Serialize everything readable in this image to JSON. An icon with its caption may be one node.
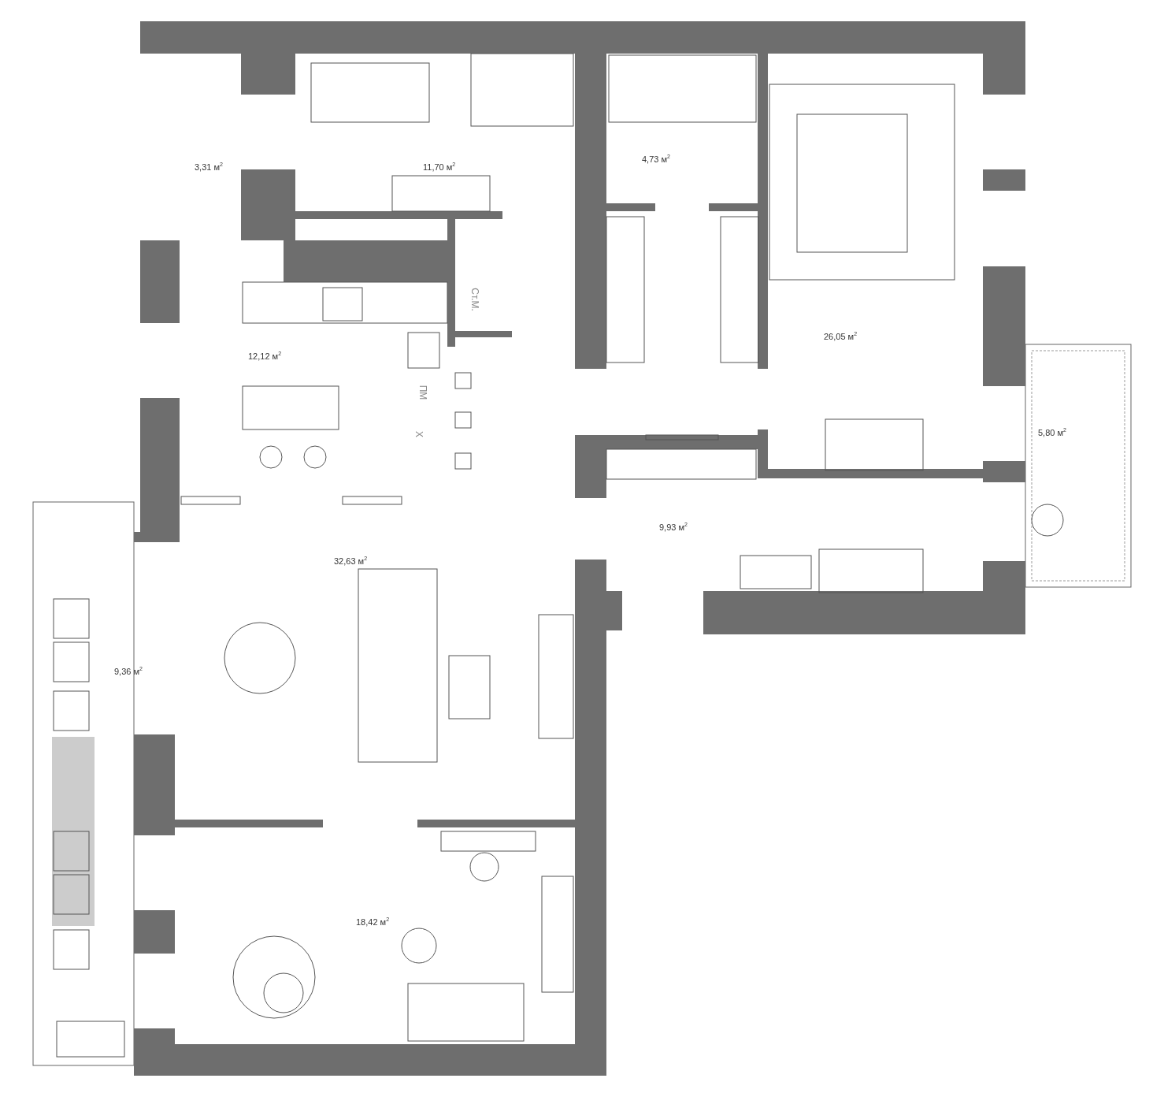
{
  "diagram": {
    "labels": [
      "3,31 м$^{2}$",
      "11,70 м$^{2}$",
      "4,73 м$^{2}$",
      "Ст.М.",
      "12,12 м$^{2}$",
      "26,05 м$^{2}$",
      "ПМ",
      "5,80 м$^{2}$",
      "Х",
      "9,93 м$^{2}$",
      "32,63 м$^{2}$",
      "9,36 м$^{2}$",
      "18,42 м$^{2}$"
    ]
  }
}
